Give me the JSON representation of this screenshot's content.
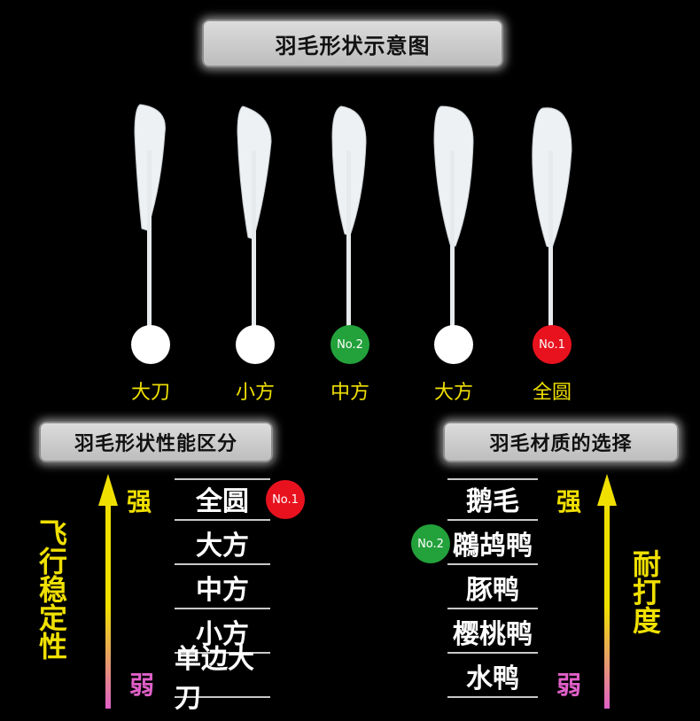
{
  "title": "羽毛形状示意图",
  "feathers": [
    {
      "label": "大刀",
      "marker": null
    },
    {
      "label": "小方",
      "marker": null
    },
    {
      "label": "中方",
      "marker": "No.2"
    },
    {
      "label": "大方",
      "marker": null
    },
    {
      "label": "全圆",
      "marker": "No.1"
    }
  ],
  "left_section": {
    "title": "羽毛形状性能区分",
    "axis_label": "飞行稳定性",
    "strong": "强",
    "weak": "弱",
    "items": [
      "全圆",
      "大方",
      "中方",
      "小方",
      "单边大刀"
    ],
    "badge": "No.1"
  },
  "right_section": {
    "title": "羽毛材质的选择",
    "axis_label": "耐打度",
    "strong": "强",
    "weak": "弱",
    "items": [
      "鹅毛",
      "鸊鸪鸭",
      "豚鸭",
      "樱桃鸭",
      "水鸭"
    ],
    "badge": "No.2"
  },
  "colors": {
    "label_yellow": "#f0e000",
    "weak_pink": "#e060c8",
    "badge_red": "#e8121e",
    "badge_green": "#23a13b"
  }
}
